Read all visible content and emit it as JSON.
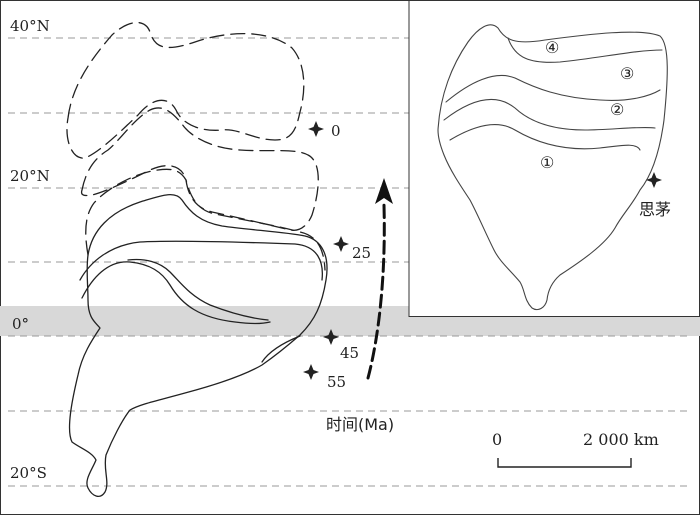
{
  "map": {
    "latitude_labels": {
      "lat_40n": "40°N",
      "lat_20n": "20°N",
      "lat_0": "0°",
      "lat_20s": "20°S"
    },
    "positions": {
      "p0": "0",
      "p25": "25",
      "p45": "45",
      "p55": "55"
    },
    "time_label": "时间(Ma)",
    "scale": {
      "zero": "0",
      "distance": "2 000 km"
    },
    "inset": {
      "zone_1": "①",
      "zone_2": "②",
      "zone_3": "③",
      "zone_4": "④",
      "place": "思茅"
    },
    "colors": {
      "equator_band": "#d8d8d8",
      "line": "#222222",
      "grid": "#9a9a9a"
    },
    "icons": {
      "position_marker": "star-icon",
      "motion_arrow": "arrow-up-icon"
    }
  }
}
